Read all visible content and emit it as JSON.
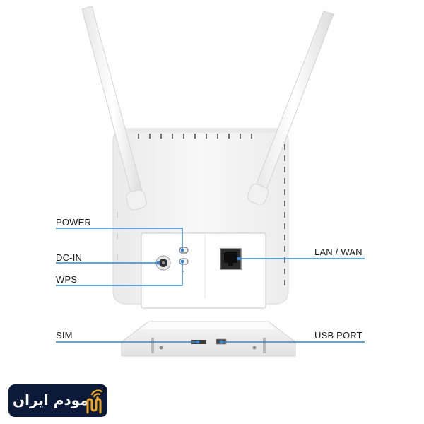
{
  "callouts": {
    "power": "POWER",
    "dc_in": "DC-IN",
    "wps": "WPS",
    "sim": "SIM",
    "lan_wan": "LAN / WAN",
    "usb_port": "USB PORT"
  },
  "logo": {
    "text": "مودم ایران",
    "icon": "wifi-m-logo-icon"
  },
  "colors": {
    "callout_line": "#2f86d6",
    "label_text": "#1a1a1a",
    "logo_bg": "#0a1a38",
    "logo_accent": "#f2a61d",
    "device_body": "#f3f3f3"
  }
}
